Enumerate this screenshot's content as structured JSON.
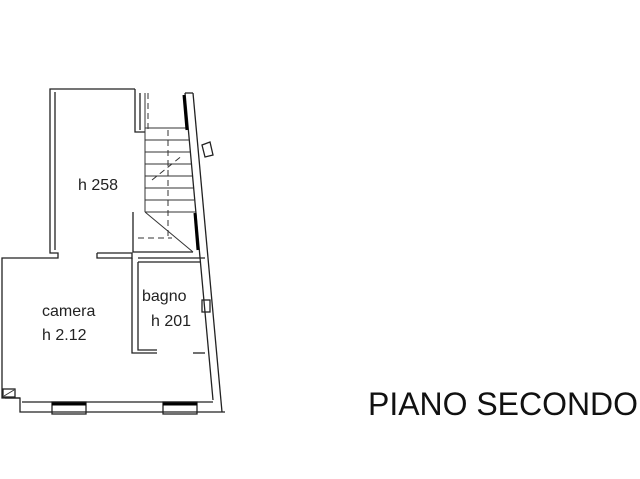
{
  "plan": {
    "rooms": [
      {
        "name": "",
        "height": "h 258"
      },
      {
        "name": "camera",
        "height": "h 2.12"
      },
      {
        "name": "bagno",
        "height": "h 201"
      }
    ],
    "floor_title": "PIANO SECONDO"
  }
}
